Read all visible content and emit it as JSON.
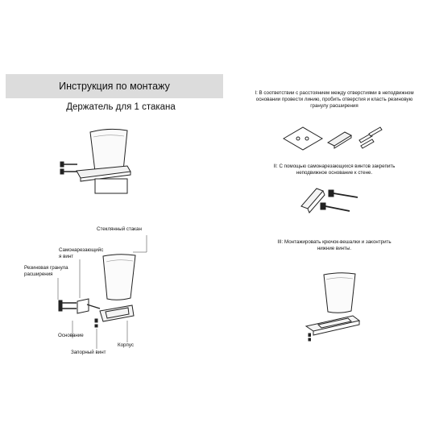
{
  "document": {
    "title": "Инструкция по монтажу",
    "subtitle": "Держатель для 1 стакана"
  },
  "callouts": {
    "glass": "Стеклянный стакан",
    "screw_line1": "Самонарезающийс",
    "screw_line2": "я винт",
    "anchor_line1": "Резиновая гранула",
    "anchor_line2": "расширения",
    "base": "Основание",
    "set_screw": "Запорный винт",
    "body": "Корпус"
  },
  "steps": [
    {
      "line1": "I: В соответствии с расстоянием между отверстиями в неподвижном",
      "line2": "основании провести линию, пробить отверстия и класть резиновую",
      "line3": "гранулу расширения"
    },
    {
      "line1": "II: С помощью самонарезающихся винтов закрепить",
      "line2": "неподвижное основание к стене."
    },
    {
      "line1": "III: Монтажировать крючок-вешалки и законтрить",
      "line2": "нижние винты."
    }
  ]
}
